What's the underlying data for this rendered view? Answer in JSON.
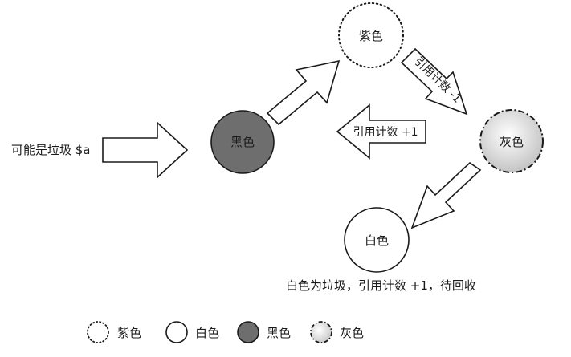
{
  "nodes": {
    "purple": "紫色",
    "black": "黑色",
    "gray": "灰色",
    "white": "白色"
  },
  "labels": {
    "input": "可能是垃圾 $a",
    "refcount_minus": "引用计数 -1",
    "refcount_plus": "引用计数 +1",
    "conclusion": "白色为垃圾，引用计数 +1，待回收"
  },
  "legend": [
    {
      "style": "dotted",
      "label": "紫色"
    },
    {
      "style": "white",
      "label": "白色"
    },
    {
      "style": "black",
      "label": "黑色"
    },
    {
      "style": "gray-dashdot",
      "label": "灰色"
    }
  ],
  "colors": {
    "black_fill": "#6e6e6e",
    "gray_center": "#ffffff",
    "gray_edge": "#c4c4c4",
    "stroke": "#1a1a1a"
  }
}
